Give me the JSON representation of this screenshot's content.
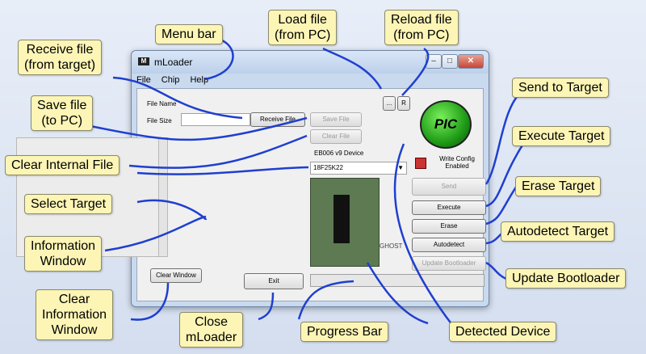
{
  "window": {
    "title": "mLoader",
    "menu": [
      "File",
      "Chip",
      "Help"
    ],
    "file_name_label": "File Name",
    "file_size_label": "File Size",
    "buttons": {
      "load": "...",
      "reload": "R",
      "receive": "Receive File",
      "save": "Save File",
      "clear_file": "Clear File",
      "send": "Send",
      "execute": "Execute",
      "erase": "Erase",
      "autodetect": "Autodetect",
      "update_bootloader": "Update Bootloader",
      "clear_window": "Clear Window",
      "exit": "Exit"
    },
    "device_label": "EB006 v9 Device",
    "target_select_value": "18F25K22",
    "write_config_label": "Write Config Enabled",
    "pic_badge": "PIC",
    "ghost_label": "GHOST"
  },
  "callouts": {
    "menu_bar": "Menu bar",
    "load_file": "Load file\n(from PC)",
    "reload_file": "Reload file\n(from PC)",
    "receive_file": "Receive file\n(from target)",
    "save_file": "Save file\n(to PC)",
    "clear_internal": "Clear Internal File",
    "select_target": "Select Target",
    "info_window": "Information\nWindow",
    "clear_info": "Clear\nInformation\nWindow",
    "close": "Close\nmLoader",
    "progress": "Progress Bar",
    "detected": "Detected Device",
    "send": "Send to Target",
    "execute": "Execute Target",
    "erase": "Erase Target",
    "autodetect": "Autodetect Target",
    "update_bl": "Update Bootloader"
  }
}
